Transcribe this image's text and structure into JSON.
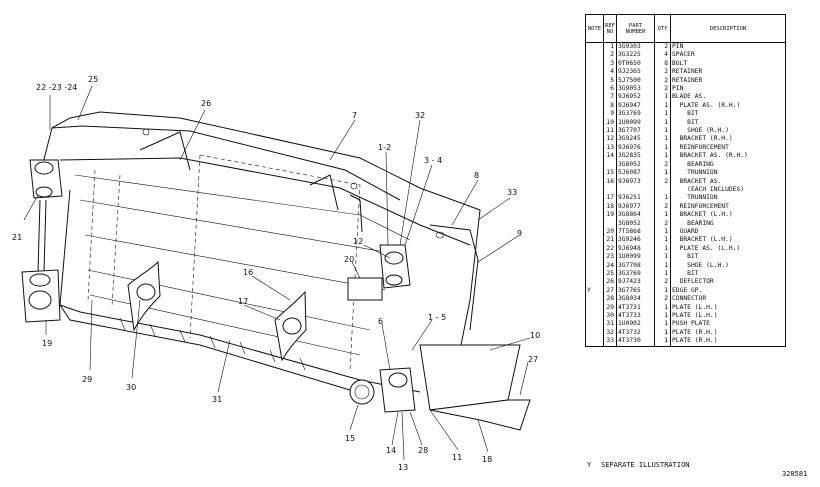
{
  "callouts": [
    {
      "id": "c22",
      "label": "22 -23 -24"
    },
    {
      "id": "c25",
      "label": "25"
    },
    {
      "id": "c26",
      "label": "26"
    },
    {
      "id": "c7",
      "label": "7"
    },
    {
      "id": "c32",
      "label": "32"
    },
    {
      "id": "c1-2",
      "label": "1-2"
    },
    {
      "id": "c3-4",
      "label": "3 - 4"
    },
    {
      "id": "c8",
      "label": "8"
    },
    {
      "id": "c33",
      "label": "33"
    },
    {
      "id": "c9",
      "label": "9"
    },
    {
      "id": "c12",
      "label": "12"
    },
    {
      "id": "c21",
      "label": "21"
    },
    {
      "id": "c16",
      "label": "16"
    },
    {
      "id": "c20",
      "label": "20"
    },
    {
      "id": "c17",
      "label": "17"
    },
    {
      "id": "c1-5",
      "label": "1 - 5"
    },
    {
      "id": "c6",
      "label": "6"
    },
    {
      "id": "c10",
      "label": "10"
    },
    {
      "id": "c27",
      "label": "27"
    },
    {
      "id": "c19",
      "label": "19"
    },
    {
      "id": "c29",
      "label": "29"
    },
    {
      "id": "c30",
      "label": "30"
    },
    {
      "id": "c31",
      "label": "31"
    },
    {
      "id": "c15",
      "label": "15"
    },
    {
      "id": "c14",
      "label": "14"
    },
    {
      "id": "c28",
      "label": "28"
    },
    {
      "id": "c13",
      "label": "13"
    },
    {
      "id": "c11",
      "label": "11"
    },
    {
      "id": "c18",
      "label": "18"
    }
  ],
  "table": {
    "headers": {
      "note": "NOTE",
      "ref": "REF NO",
      "part": "PART NUMBER",
      "qty": "QTY",
      "desc": "DESCRIPTION"
    },
    "rows": [
      {
        "note": "",
        "ref": "1",
        "part": "3G9303",
        "qty": "2",
        "desc": "PIN"
      },
      {
        "note": "",
        "ref": "2",
        "part": "3G3225",
        "qty": "4",
        "desc": "SPACER"
      },
      {
        "note": "",
        "ref": "3",
        "part": "0T0650",
        "qty": "8",
        "desc": "BOLT"
      },
      {
        "note": "",
        "ref": "4",
        "part": "9J2365",
        "qty": "2",
        "desc": "RETAINER"
      },
      {
        "note": "",
        "ref": "5",
        "part": "5J7500",
        "qty": "2",
        "desc": "RETAINER"
      },
      {
        "note": "",
        "ref": "6",
        "part": "3G9053",
        "qty": "2",
        "desc": "PIN"
      },
      {
        "note": "",
        "ref": "7",
        "part": "9J6952",
        "qty": "1",
        "desc": "BLADE AS."
      },
      {
        "note": "",
        "ref": "8",
        "part": "9J6947",
        "qty": "1",
        "desc": "  PLATE AS. (R.H.)"
      },
      {
        "note": "",
        "ref": "9",
        "part": "3G3769",
        "qty": "1",
        "desc": "    BIT"
      },
      {
        "note": "",
        "ref": "10",
        "part": "1U0099",
        "qty": "1",
        "desc": "    BIT"
      },
      {
        "note": "",
        "ref": "11",
        "part": "3G7707",
        "qty": "1",
        "desc": "    SHOE (R.H.)"
      },
      {
        "note": "",
        "ref": "12",
        "part": "3G9245",
        "qty": "1",
        "desc": "  BRACKET (R.H.)"
      },
      {
        "note": "",
        "ref": "13",
        "part": "9J6976",
        "qty": "1",
        "desc": "  REINFORCEMENT"
      },
      {
        "note": "",
        "ref": "14",
        "part": "3G2835",
        "qty": "1",
        "desc": "  BRACKET AS. (R.H.)"
      },
      {
        "note": "",
        "ref": "",
        "part": "3G8052",
        "qty": "2",
        "desc": "    BEARING"
      },
      {
        "note": "",
        "ref": "15",
        "part": "5J6087",
        "qty": "1",
        "desc": "    TRUNNION"
      },
      {
        "note": "",
        "ref": "16",
        "part": "9J6973",
        "qty": "2",
        "desc": "  BRACKET AS."
      },
      {
        "note": "",
        "ref": "",
        "part": "",
        "qty": "",
        "desc": "    (EACH INCLUDES)"
      },
      {
        "note": "",
        "ref": "17",
        "part": "9J6251",
        "qty": "1",
        "desc": "    TRUNNION"
      },
      {
        "note": "",
        "ref": "18",
        "part": "9J6977",
        "qty": "2",
        "desc": "  REINFORCEMENT"
      },
      {
        "note": "",
        "ref": "19",
        "part": "3G8864",
        "qty": "1",
        "desc": "  BRACKET (L.H.)"
      },
      {
        "note": "",
        "ref": "",
        "part": "3G8052",
        "qty": "2",
        "desc": "    BEARING"
      },
      {
        "note": "",
        "ref": "20",
        "part": "7T5868",
        "qty": "1",
        "desc": "  GUARD"
      },
      {
        "note": "",
        "ref": "21",
        "part": "3G9246",
        "qty": "1",
        "desc": "  BRACKET (L.H.)"
      },
      {
        "note": "",
        "ref": "22",
        "part": "9J6948",
        "qty": "1",
        "desc": "  PLATE AS. (L.H.)"
      },
      {
        "note": "",
        "ref": "23",
        "part": "1U0099",
        "qty": "1",
        "desc": "    BIT"
      },
      {
        "note": "",
        "ref": "24",
        "part": "3G7708",
        "qty": "1",
        "desc": "    SHOE (L.H.)"
      },
      {
        "note": "",
        "ref": "25",
        "part": "3G3769",
        "qty": "1",
        "desc": "    BIT"
      },
      {
        "note": "",
        "ref": "26",
        "part": "9J7423",
        "qty": "2",
        "desc": "  DEFLECTOR"
      },
      {
        "note": "Y",
        "ref": "27",
        "part": "3G7765",
        "qty": "1",
        "desc": "EDGE GP."
      },
      {
        "note": "",
        "ref": "28",
        "part": "3G8034",
        "qty": "2",
        "desc": "CONNECTOR"
      },
      {
        "note": "",
        "ref": "29",
        "part": "4T3731",
        "qty": "1",
        "desc": "PLATE (L.H.)"
      },
      {
        "note": "",
        "ref": "30",
        "part": "4T3733",
        "qty": "1",
        "desc": "PLATE (L.H.)"
      },
      {
        "note": "",
        "ref": "31",
        "part": "1U0902",
        "qty": "1",
        "desc": "PUSH PLATE"
      },
      {
        "note": "",
        "ref": "32",
        "part": "4T3732",
        "qty": "1",
        "desc": "PLATE (R.H.)"
      },
      {
        "note": "",
        "ref": "33",
        "part": "4T3730",
        "qty": "1",
        "desc": "PLATE (R.H.)"
      }
    ]
  },
  "footnote": {
    "mark": "Y",
    "text": "SEPARATE ILLUSTRATION"
  },
  "drawing_number": "328581"
}
